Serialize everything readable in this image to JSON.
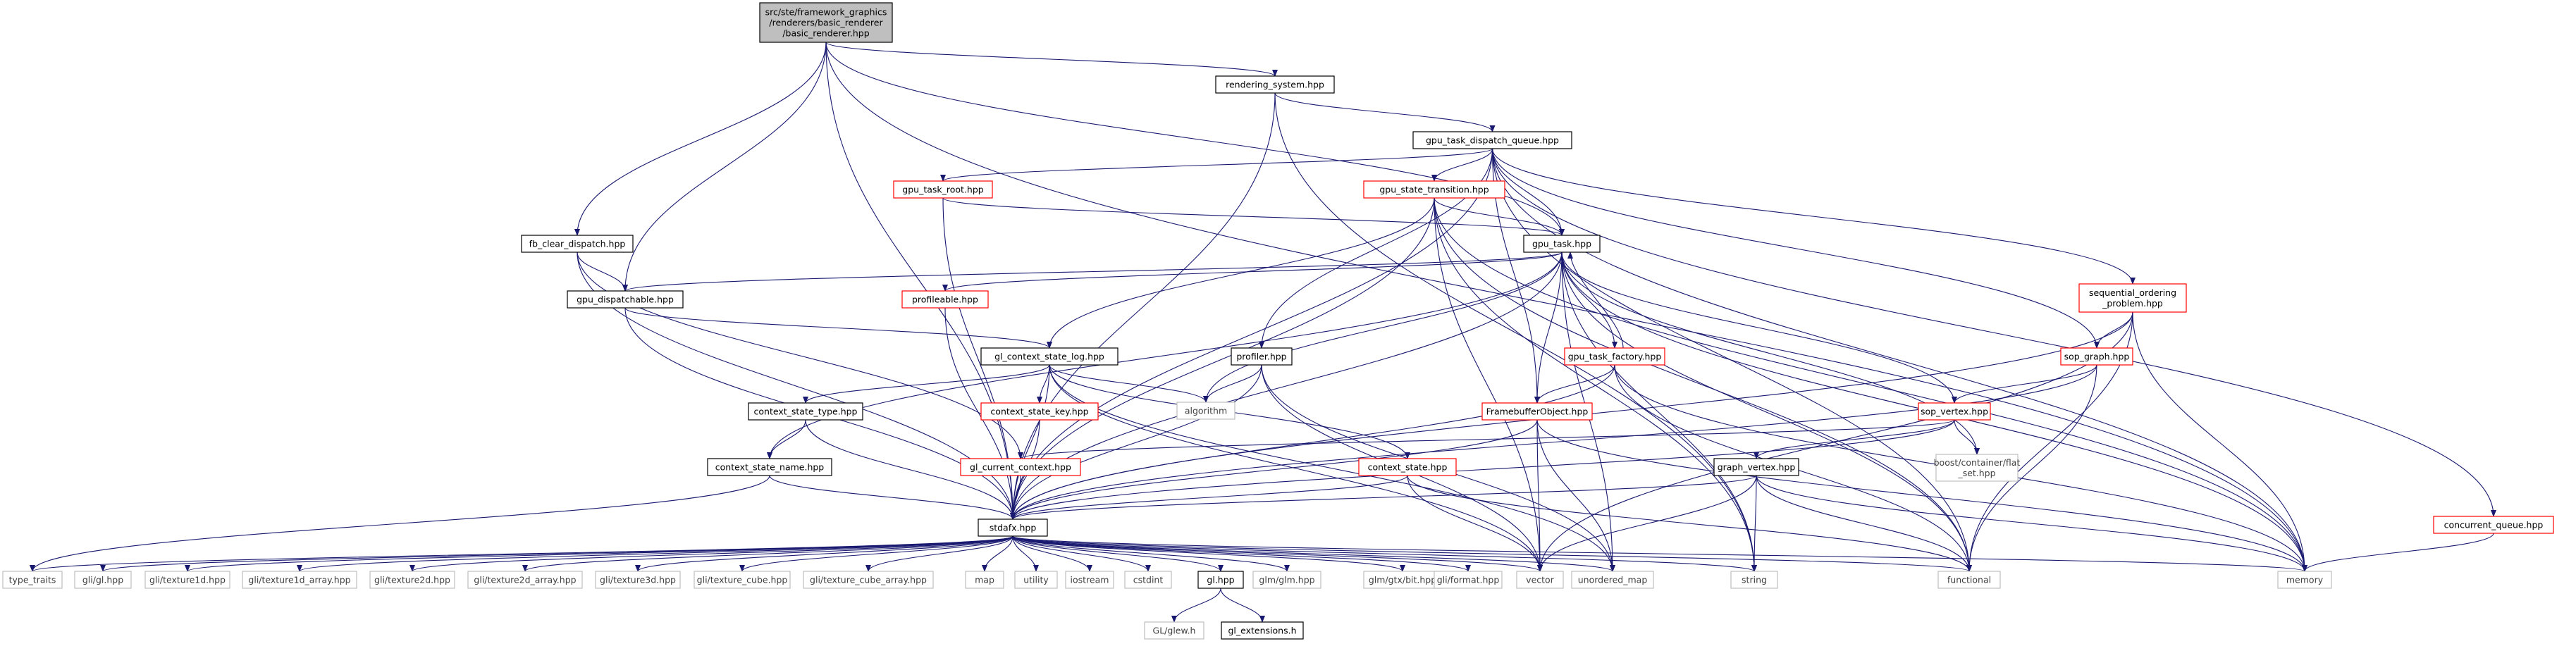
{
  "diagram": {
    "type": "include-dependency-graph",
    "colors": {
      "edge": "#191970",
      "root_fill": "#bfbfbf",
      "normal_border": "#000000",
      "truncated_border": "#ff0000",
      "external_border": "#bfbfbf",
      "external_text": "#404040"
    },
    "root": {
      "id": "root",
      "label": "src/ste/framework_graphics\n/renderers/basic_renderer\n/basic_renderer.hpp"
    },
    "nodes": [
      {
        "id": "rendering_system",
        "label": "rendering_system.hpp",
        "style": "normal"
      },
      {
        "id": "gpu_task_dispatch_queue",
        "label": "gpu_task_dispatch_queue.hpp",
        "style": "normal"
      },
      {
        "id": "gpu_task_root",
        "label": "gpu_task_root.hpp",
        "style": "truncated"
      },
      {
        "id": "gpu_state_transition",
        "label": "gpu_state_transition.hpp",
        "style": "truncated"
      },
      {
        "id": "fb_clear_dispatch",
        "label": "fb_clear_dispatch.hpp",
        "style": "normal"
      },
      {
        "id": "gpu_task",
        "label": "gpu_task.hpp",
        "style": "normal"
      },
      {
        "id": "gpu_dispatchable",
        "label": "gpu_dispatchable.hpp",
        "style": "normal"
      },
      {
        "id": "profileable",
        "label": "profileable.hpp",
        "style": "truncated"
      },
      {
        "id": "sequential_ordering",
        "label": "sequential_ordering\n_problem.hpp",
        "style": "truncated"
      },
      {
        "id": "gl_context_state_log",
        "label": "gl_context_state_log.hpp",
        "style": "normal"
      },
      {
        "id": "profiler",
        "label": "profiler.hpp",
        "style": "normal"
      },
      {
        "id": "gpu_task_factory",
        "label": "gpu_task_factory.hpp",
        "style": "truncated"
      },
      {
        "id": "sop_graph",
        "label": "sop_graph.hpp",
        "style": "truncated"
      },
      {
        "id": "context_state_type",
        "label": "context_state_type.hpp",
        "style": "normal"
      },
      {
        "id": "context_state_key",
        "label": "context_state_key.hpp",
        "style": "truncated"
      },
      {
        "id": "algorithm",
        "label": "algorithm",
        "style": "external"
      },
      {
        "id": "framebuffer_object",
        "label": "FramebufferObject.hpp",
        "style": "truncated"
      },
      {
        "id": "sop_vertex",
        "label": "sop_vertex.hpp",
        "style": "truncated"
      },
      {
        "id": "context_state_name",
        "label": "context_state_name.hpp",
        "style": "normal"
      },
      {
        "id": "gl_current_context",
        "label": "gl_current_context.hpp",
        "style": "truncated"
      },
      {
        "id": "context_state",
        "label": "context_state.hpp",
        "style": "truncated"
      },
      {
        "id": "graph_vertex",
        "label": "graph_vertex.hpp",
        "style": "normal"
      },
      {
        "id": "boost_flat_set",
        "label": "boost/container/flat\n_set.hpp",
        "style": "external"
      },
      {
        "id": "stdafx",
        "label": "stdafx.hpp",
        "style": "normal"
      },
      {
        "id": "concurrent_queue",
        "label": "concurrent_queue.hpp",
        "style": "truncated"
      },
      {
        "id": "type_traits",
        "label": "type_traits",
        "style": "external"
      },
      {
        "id": "gli_gl",
        "label": "gli/gl.hpp",
        "style": "external"
      },
      {
        "id": "gli_texture1d",
        "label": "gli/texture1d.hpp",
        "style": "external"
      },
      {
        "id": "gli_texture1d_array",
        "label": "gli/texture1d_array.hpp",
        "style": "external"
      },
      {
        "id": "gli_texture2d",
        "label": "gli/texture2d.hpp",
        "style": "external"
      },
      {
        "id": "gli_texture2d_array",
        "label": "gli/texture2d_array.hpp",
        "style": "external"
      },
      {
        "id": "gli_texture3d",
        "label": "gli/texture3d.hpp",
        "style": "external"
      },
      {
        "id": "gli_texture_cube",
        "label": "gli/texture_cube.hpp",
        "style": "external"
      },
      {
        "id": "gli_texture_cube_array",
        "label": "gli/texture_cube_array.hpp",
        "style": "external"
      },
      {
        "id": "map",
        "label": "map",
        "style": "external"
      },
      {
        "id": "utility",
        "label": "utility",
        "style": "external"
      },
      {
        "id": "iostream",
        "label": "iostream",
        "style": "external"
      },
      {
        "id": "cstdint",
        "label": "cstdint",
        "style": "external"
      },
      {
        "id": "gl_hpp",
        "label": "gl.hpp",
        "style": "normal"
      },
      {
        "id": "glm_glm",
        "label": "glm/glm.hpp",
        "style": "external"
      },
      {
        "id": "glm_gtx_bit",
        "label": "glm/gtx/bit.hpp",
        "style": "external"
      },
      {
        "id": "gli_format",
        "label": "gli/format.hpp",
        "style": "external"
      },
      {
        "id": "vector",
        "label": "vector",
        "style": "external"
      },
      {
        "id": "unordered_map",
        "label": "unordered_map",
        "style": "external"
      },
      {
        "id": "string",
        "label": "string",
        "style": "external"
      },
      {
        "id": "functional",
        "label": "functional",
        "style": "external"
      },
      {
        "id": "memory",
        "label": "memory",
        "style": "external"
      },
      {
        "id": "gl_glew",
        "label": "GL/glew.h",
        "style": "external"
      },
      {
        "id": "gl_extensions",
        "label": "gl_extensions.h",
        "style": "normal"
      }
    ],
    "edges": [
      [
        "root",
        "rendering_system"
      ],
      [
        "root",
        "fb_clear_dispatch"
      ],
      [
        "root",
        "gpu_dispatchable"
      ],
      [
        "root",
        "gpu_task"
      ],
      [
        "root",
        "stdafx"
      ],
      [
        "root",
        "memory"
      ],
      [
        "rendering_system",
        "gpu_task_dispatch_queue"
      ],
      [
        "rendering_system",
        "stdafx"
      ],
      [
        "rendering_system",
        "string"
      ],
      [
        "gpu_task_dispatch_queue",
        "gpu_task_root"
      ],
      [
        "gpu_task_dispatch_queue",
        "gpu_state_transition"
      ],
      [
        "gpu_task_dispatch_queue",
        "gpu_task"
      ],
      [
        "gpu_task_dispatch_queue",
        "profiler"
      ],
      [
        "gpu_task_dispatch_queue",
        "framebuffer_object"
      ],
      [
        "gpu_task_dispatch_queue",
        "sequential_ordering"
      ],
      [
        "gpu_task_dispatch_queue",
        "sop_graph"
      ],
      [
        "gpu_task_dispatch_queue",
        "concurrent_queue"
      ],
      [
        "gpu_task_dispatch_queue",
        "stdafx"
      ],
      [
        "gpu_task_dispatch_queue",
        "functional"
      ],
      [
        "gpu_task_dispatch_queue",
        "memory"
      ],
      [
        "gpu_task_root",
        "gpu_task"
      ],
      [
        "gpu_task_root",
        "stdafx"
      ],
      [
        "gpu_state_transition",
        "gpu_task"
      ],
      [
        "gpu_state_transition",
        "gl_context_state_log"
      ],
      [
        "gpu_state_transition",
        "stdafx"
      ],
      [
        "gpu_state_transition",
        "vector"
      ],
      [
        "gpu_state_transition",
        "functional"
      ],
      [
        "gpu_state_transition",
        "memory"
      ],
      [
        "gpu_state_transition",
        "string"
      ],
      [
        "fb_clear_dispatch",
        "gpu_dispatchable"
      ],
      [
        "fb_clear_dispatch",
        "gl_current_context"
      ],
      [
        "fb_clear_dispatch",
        "stdafx"
      ],
      [
        "gpu_task",
        "gpu_dispatchable"
      ],
      [
        "gpu_task",
        "profileable"
      ],
      [
        "gpu_task",
        "gpu_task_factory"
      ],
      [
        "gpu_task",
        "framebuffer_object"
      ],
      [
        "gpu_task",
        "sop_vertex"
      ],
      [
        "gpu_task",
        "algorithm"
      ],
      [
        "gpu_task",
        "boost_flat_set"
      ],
      [
        "gpu_task",
        "string"
      ],
      [
        "gpu_task",
        "functional"
      ],
      [
        "gpu_task",
        "memory"
      ],
      [
        "gpu_task",
        "stdafx"
      ],
      [
        "gpu_task",
        "context_state_name"
      ],
      [
        "gpu_task",
        "unordered_map"
      ],
      [
        "gpu_dispatchable",
        "gl_context_state_log"
      ],
      [
        "gpu_dispatchable",
        "stdafx"
      ],
      [
        "profileable",
        "stdafx"
      ],
      [
        "sequential_ordering",
        "sop_graph"
      ],
      [
        "sequential_ordering",
        "stdafx"
      ],
      [
        "sequential_ordering",
        "vector"
      ],
      [
        "sequential_ordering",
        "functional"
      ],
      [
        "sequential_ordering",
        "memory"
      ],
      [
        "gl_context_state_log",
        "context_state_type"
      ],
      [
        "gl_context_state_log",
        "context_state_key"
      ],
      [
        "gl_context_state_log",
        "context_state"
      ],
      [
        "gl_context_state_log",
        "algorithm"
      ],
      [
        "gl_context_state_log",
        "stdafx"
      ],
      [
        "gl_context_state_log",
        "vector"
      ],
      [
        "gl_context_state_log",
        "unordered_map"
      ],
      [
        "profiler",
        "algorithm"
      ],
      [
        "profiler",
        "stdafx"
      ],
      [
        "profiler",
        "vector"
      ],
      [
        "profiler",
        "unordered_map"
      ],
      [
        "gpu_task_factory",
        "gpu_task"
      ],
      [
        "gpu_task_factory",
        "framebuffer_object"
      ],
      [
        "gpu_task_factory",
        "stdafx"
      ],
      [
        "gpu_task_factory",
        "memory"
      ],
      [
        "gpu_task_factory",
        "functional"
      ],
      [
        "sop_graph",
        "sop_vertex"
      ],
      [
        "sop_graph",
        "stdafx"
      ],
      [
        "sop_graph",
        "functional"
      ],
      [
        "context_state_type",
        "context_state_name"
      ],
      [
        "context_state_type",
        "stdafx"
      ],
      [
        "context_state_key",
        "stdafx"
      ],
      [
        "framebuffer_object",
        "stdafx"
      ],
      [
        "framebuffer_object",
        "vector"
      ],
      [
        "framebuffer_object",
        "memory"
      ],
      [
        "framebuffer_object",
        "unordered_map"
      ],
      [
        "sop_vertex",
        "graph_vertex"
      ],
      [
        "sop_vertex",
        "boost_flat_set"
      ],
      [
        "sop_vertex",
        "gl_current_context"
      ],
      [
        "sop_vertex",
        "stdafx"
      ],
      [
        "context_state_name",
        "stdafx"
      ],
      [
        "context_state_name",
        "type_traits"
      ],
      [
        "gl_current_context",
        "stdafx"
      ],
      [
        "context_state",
        "stdafx"
      ],
      [
        "context_state",
        "vector"
      ],
      [
        "context_state",
        "functional"
      ],
      [
        "graph_vertex",
        "stdafx"
      ],
      [
        "graph_vertex",
        "vector"
      ],
      [
        "graph_vertex",
        "string"
      ],
      [
        "graph_vertex",
        "functional"
      ],
      [
        "graph_vertex",
        "memory"
      ],
      [
        "concurrent_queue",
        "memory"
      ],
      [
        "stdafx",
        "type_traits"
      ],
      [
        "stdafx",
        "gli_gl"
      ],
      [
        "stdafx",
        "gli_texture1d"
      ],
      [
        "stdafx",
        "gli_texture1d_array"
      ],
      [
        "stdafx",
        "gli_texture2d"
      ],
      [
        "stdafx",
        "gli_texture2d_array"
      ],
      [
        "stdafx",
        "gli_texture3d"
      ],
      [
        "stdafx",
        "gli_texture_cube"
      ],
      [
        "stdafx",
        "gli_texture_cube_array"
      ],
      [
        "stdafx",
        "map"
      ],
      [
        "stdafx",
        "utility"
      ],
      [
        "stdafx",
        "iostream"
      ],
      [
        "stdafx",
        "cstdint"
      ],
      [
        "stdafx",
        "gl_hpp"
      ],
      [
        "stdafx",
        "glm_glm"
      ],
      [
        "stdafx",
        "glm_gtx_bit"
      ],
      [
        "stdafx",
        "gli_format"
      ],
      [
        "stdafx",
        "vector"
      ],
      [
        "stdafx",
        "unordered_map"
      ],
      [
        "stdafx",
        "string"
      ],
      [
        "stdafx",
        "functional"
      ],
      [
        "stdafx",
        "memory"
      ],
      [
        "gl_hpp",
        "gl_glew"
      ],
      [
        "gl_hpp",
        "gl_extensions"
      ]
    ]
  }
}
